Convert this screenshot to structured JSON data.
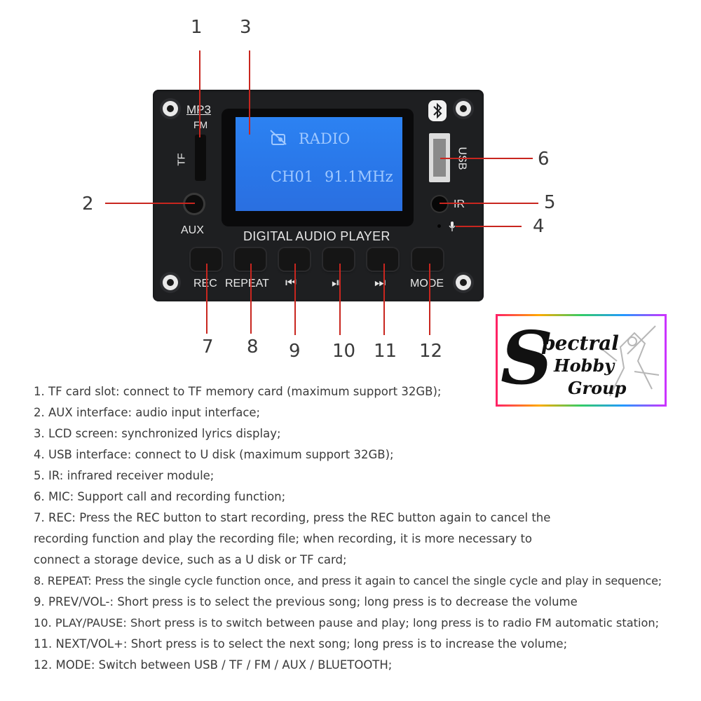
{
  "callouts": [
    "1",
    "2",
    "3",
    "4",
    "5",
    "6",
    "7",
    "8",
    "9",
    "10",
    "11",
    "12"
  ],
  "board": {
    "mp3_label": "MP3",
    "fm_label": "FM",
    "tf_label": "TF",
    "aux_label": "AUX",
    "usb_label": "USB",
    "ir_label": "IR",
    "title": "DIGITAL AUDIO PLAYER",
    "lcd_line1": "RADIO",
    "lcd_channel": "CH01",
    "lcd_freq": "91.1MHz",
    "buttons": [
      "REC",
      "REPEAT",
      "⏮",
      "⏯",
      "⏭",
      "MODE"
    ]
  },
  "logo": {
    "big_letter": "S",
    "line1": "pectral",
    "line2": "Hobby",
    "line3": "Group"
  },
  "descriptions": [
    "1. TF card slot: connect to TF memory card (maximum support 32GB);",
    "2. AUX interface: audio input interface;",
    "3. LCD screen: synchronized lyrics display;",
    "4. USB interface: connect to U disk (maximum support 32GB);",
    "5. IR: infrared receiver module;",
    "6. MIC: Support call and recording function;",
    "7. REC: Press the REC button to start recording, press the REC button again to cancel the",
    "recording function and play the recording file; when recording, it is more necessary to",
    "connect a storage device, such as a U disk or TF card;",
    "8. REPEAT: Press the single cycle function once, and press it again to cancel the single cycle and play in sequence;",
    "9. PREV/VOL-: Short press is to select the previous song; long press is to decrease the volume",
    "10. PLAY/PAUSE: Short press is to switch between pause and play; long press is to radio FM automatic station;",
    "11. NEXT/VOL+: Short press is to select the next song; long press is to increase the volume;",
    "12. MODE: Switch between USB / TF / FM / AUX / BLUETOOTH;"
  ],
  "colors": {
    "leader": "#c8261f",
    "board": "#1e1f21",
    "lcd": "#2a78ea",
    "text": "#3a3a3a"
  }
}
